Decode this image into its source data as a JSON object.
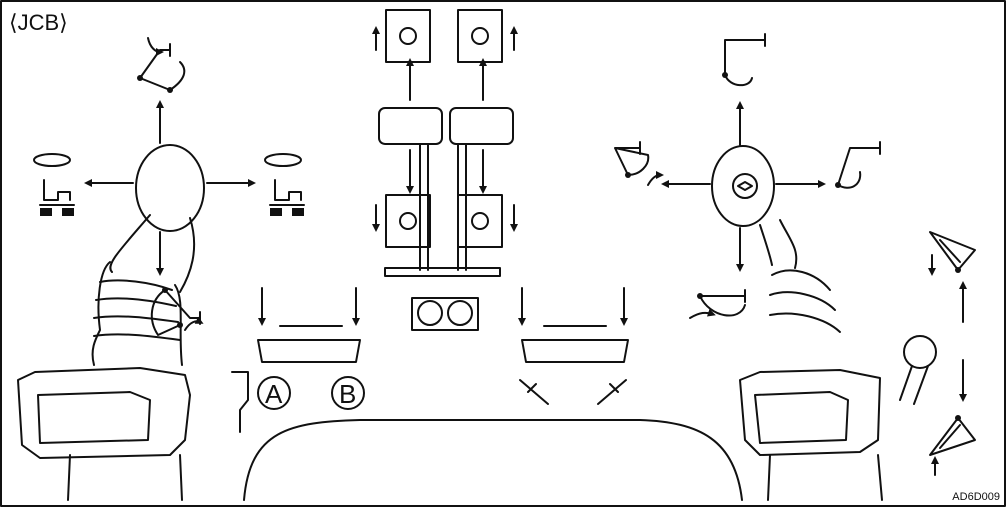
{
  "brand_label": "⟨JCB⟩",
  "figure_code": "AD6D009",
  "pedal_a_label": "A",
  "pedal_b_label": "B",
  "colors": {
    "line": "#111111",
    "background": "#ffffff"
  }
}
